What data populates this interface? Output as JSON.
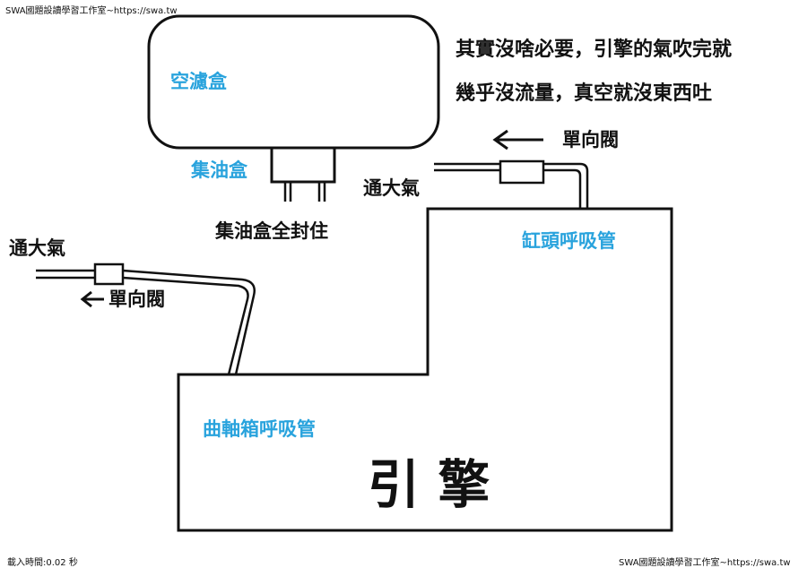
{
  "watermark_top": "SWA國題設讀學習工作室~https://swa.tw",
  "watermark_bottom_left": "載入時間:0.02 秒",
  "watermark_bottom_right": "SWA國題設讀學習工作室~https://swa.tw",
  "note_line1": "其實沒啥必要，引擎的氣吹完就",
  "note_line2": "幾乎沒流量，真空就沒東西吐",
  "labels": {
    "air_box": "空濾盒",
    "oil_catch": "集油盒",
    "oil_catch_sealed": "集油盒全封住",
    "vent_right": "通大氣",
    "check_valve_right": "單向閥",
    "head_breather": "缸頭呼吸管",
    "vent_left": "通大氣",
    "check_valve_left": "單向閥",
    "crankcase_breather": "曲軸箱呼吸管",
    "engine": "引 擎"
  },
  "colors": {
    "label_blue": "#29a3dd",
    "ink": "#111111"
  }
}
